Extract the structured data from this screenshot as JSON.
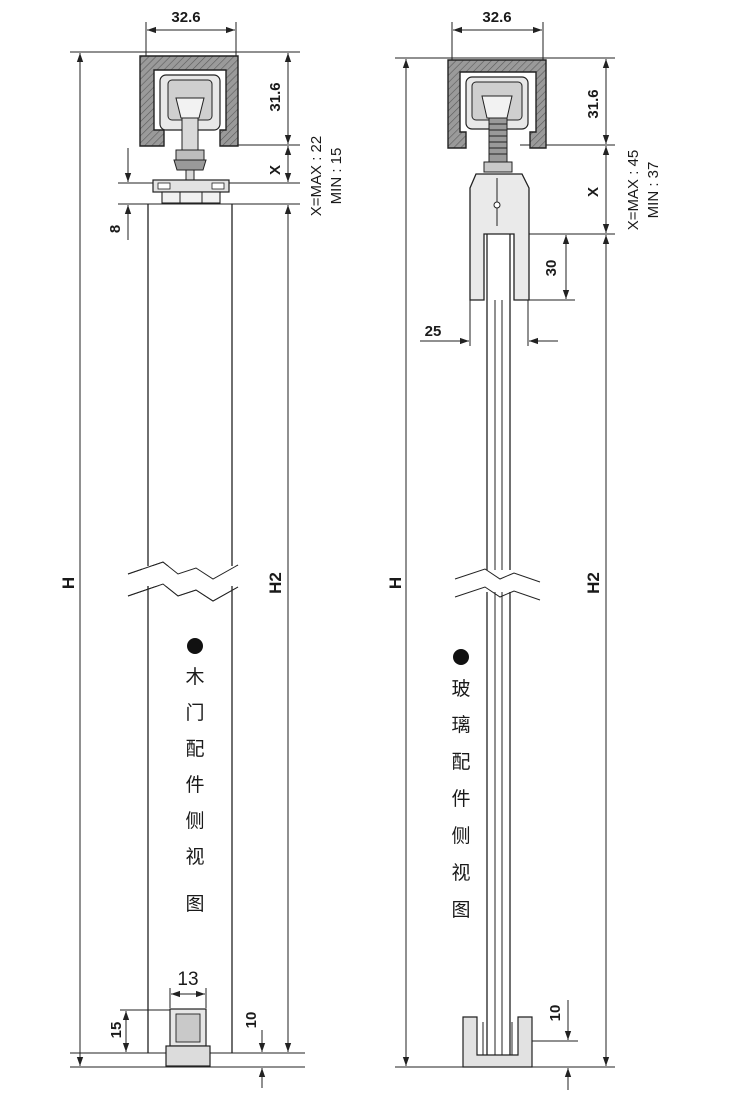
{
  "wood_view": {
    "top_width": "32.6",
    "track_height": "31.6",
    "gap_label": "X",
    "gap_range_max": "X=MAX : 22",
    "gap_range_min": "MIN : 15",
    "plate_thickness": "8",
    "overall_height": "H",
    "door_height": "H2",
    "guide_width": "13",
    "guide_height": "15",
    "floor_gap": "10",
    "caption_chars": [
      "木",
      "门",
      "配",
      "件",
      "侧",
      "视",
      "图"
    ]
  },
  "glass_view": {
    "top_width": "32.6",
    "track_height": "31.6",
    "gap_label": "X",
    "gap_range_max": "X=MAX : 45",
    "gap_range_min": "MIN : 37",
    "clamp_depth": "30",
    "clamp_width": "25",
    "overall_height": "H",
    "door_height": "H2",
    "floor_gap": "10",
    "caption_chars": [
      "玻",
      "璃",
      "配",
      "件",
      "侧",
      "视",
      "图"
    ]
  },
  "colors": {
    "line": "#222222",
    "profile_fill": "#8c8c8c",
    "part_fill": "#d9d9d9"
  }
}
